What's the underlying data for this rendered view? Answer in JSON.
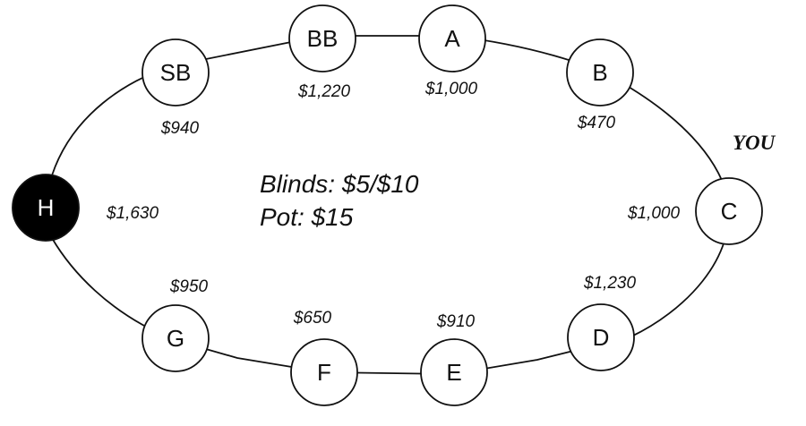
{
  "colors": {
    "ink": "#111111",
    "seat_fill": "#ffffff",
    "dealer_fill": "#000000",
    "dealer_text": "#ffffff"
  },
  "center": {
    "blinds": "Blinds: $5/$10",
    "pot": "Pot: $15"
  },
  "you_label": "YOU",
  "seats": [
    {
      "id": "SB",
      "label": "SB",
      "stack": "$940",
      "dealer": false
    },
    {
      "id": "BB",
      "label": "BB",
      "stack": "$1,220",
      "dealer": false
    },
    {
      "id": "A",
      "label": "A",
      "stack": "$1,000",
      "dealer": false
    },
    {
      "id": "B",
      "label": "B",
      "stack": "$470",
      "dealer": false
    },
    {
      "id": "C",
      "label": "C",
      "stack": "$1,000",
      "dealer": false
    },
    {
      "id": "D",
      "label": "D",
      "stack": "$1,230",
      "dealer": false
    },
    {
      "id": "E",
      "label": "E",
      "stack": "$910",
      "dealer": false
    },
    {
      "id": "F",
      "label": "F",
      "stack": "$650",
      "dealer": false
    },
    {
      "id": "G",
      "label": "G",
      "stack": "$950",
      "dealer": false
    },
    {
      "id": "H",
      "label": "H",
      "stack": "$1,630",
      "dealer": true
    }
  ]
}
